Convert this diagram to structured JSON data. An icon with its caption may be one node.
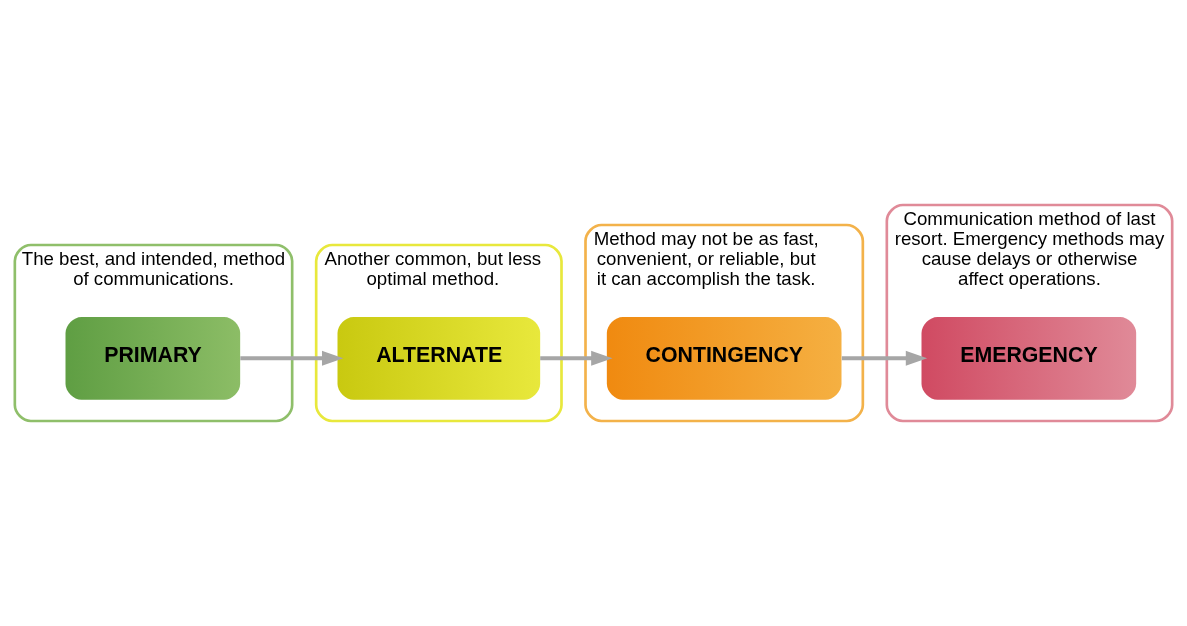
{
  "diagram": {
    "nodes": [
      {
        "text": [
          "The best, and intended, method of communications."
        ]
      },
      {
        "text": [
          "PRIMARY"
        ],
        "in": 0
      },
      {
        "text": [
          "Another common, but less optimal method."
        ]
      },
      {
        "text": [
          "ALTERNATE"
        ],
        "in": 2
      },
      {
        "text": [
          "Method may not be as fast, convenient, or reliable, but it can accomplish the task."
        ]
      },
      {
        "text": [
          "CONTINGENCY"
        ],
        "in": 4
      },
      {
        "text": [
          "Communication method of last resort. Emergency methods may cause delays or otherwise affect operations."
        ]
      },
      {
        "text": [
          "EMERGENCY"
        ],
        "in": 6
      }
    ],
    "edges": [
      {
        "from": 1,
        "to": 3,
        "arrow": "to"
      },
      {
        "from": 3,
        "to": 5,
        "arrow": "to"
      },
      {
        "from": 5,
        "to": 7,
        "arrow": "to"
      }
    ]
  }
}
